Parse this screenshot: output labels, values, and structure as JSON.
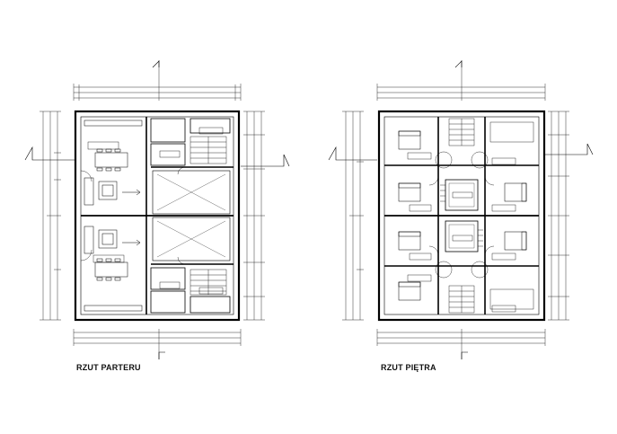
{
  "drawing": {
    "line_color": "#000000",
    "background": "#ffffff",
    "plans": [
      {
        "id": "ground-floor",
        "caption": "RZUT PARTERU"
      },
      {
        "id": "first-floor",
        "caption": "RZUT PIĘTRA"
      }
    ]
  }
}
